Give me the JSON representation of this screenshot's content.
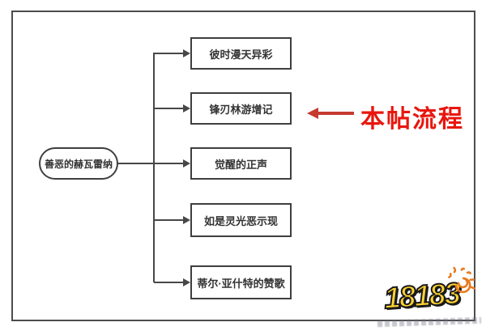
{
  "diagram": {
    "root": {
      "label": "善恶的赫瓦雷纳"
    },
    "children": [
      {
        "label": "彼时漫天异彩"
      },
      {
        "label": "锋刃林游增记",
        "highlighted": true
      },
      {
        "label": "觉醒的正声"
      },
      {
        "label": "如是灵光恶示现"
      },
      {
        "label": "蒂尔·亚什特的赞歌"
      }
    ],
    "annotation": {
      "label": "本帖流程",
      "text_color": "#e8170e",
      "arrow_color": "#c53a2f",
      "points_to": "锋刃林游增记"
    },
    "line_color": "#474747",
    "box_border_color": "#3f3f3f",
    "text_color": "#333333"
  },
  "watermark": {
    "logo_text": "18183",
    "logo_fill_color": "#ffd231",
    "logo_outline_color": "#1a1a1a",
    "sun_icon_color": "#e87a1e"
  }
}
